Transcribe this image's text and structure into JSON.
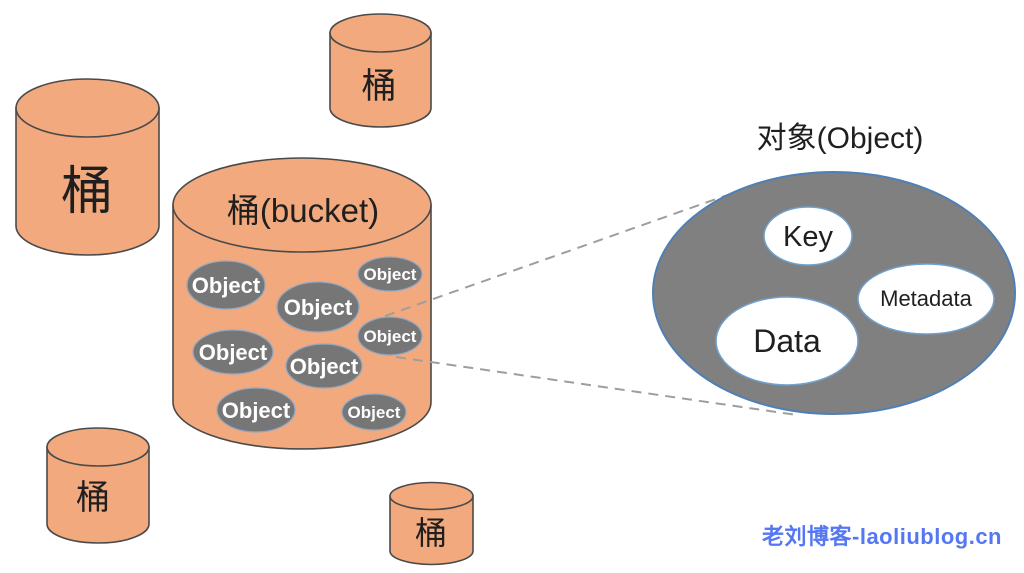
{
  "cylinders": [
    {
      "id": "large-left",
      "label": "桶"
    },
    {
      "id": "top-small",
      "label": "桶"
    },
    {
      "id": "main-bucket",
      "label": "桶(bucket)"
    },
    {
      "id": "bottom-left",
      "label": "桶"
    },
    {
      "id": "bottom-small",
      "label": "桶"
    }
  ],
  "bucket_objects": [
    "Object",
    "Object",
    "Object",
    "Object",
    "Object",
    "Object",
    "Object",
    "Object"
  ],
  "object_detail": {
    "title": "对象(Object)",
    "key_label": "Key",
    "metadata_label": "Metadata",
    "data_label": "Data"
  },
  "watermark": {
    "text": "老刘博客-laoliublog.cn"
  },
  "colors": {
    "cylinder_fill": "#F2A97E",
    "cylinder_stroke": "#4A4A4A",
    "object_fill": "#767676",
    "object_stroke": "#94A8C0",
    "detail_fill": "#808080",
    "detail_stroke": "#4E7FB5",
    "inner_ellipse_stroke": "#6FA0CE",
    "dashed_line": "#9E9E9E",
    "watermark_blue": "#5577F2",
    "label_text": "#1F1F1F"
  }
}
